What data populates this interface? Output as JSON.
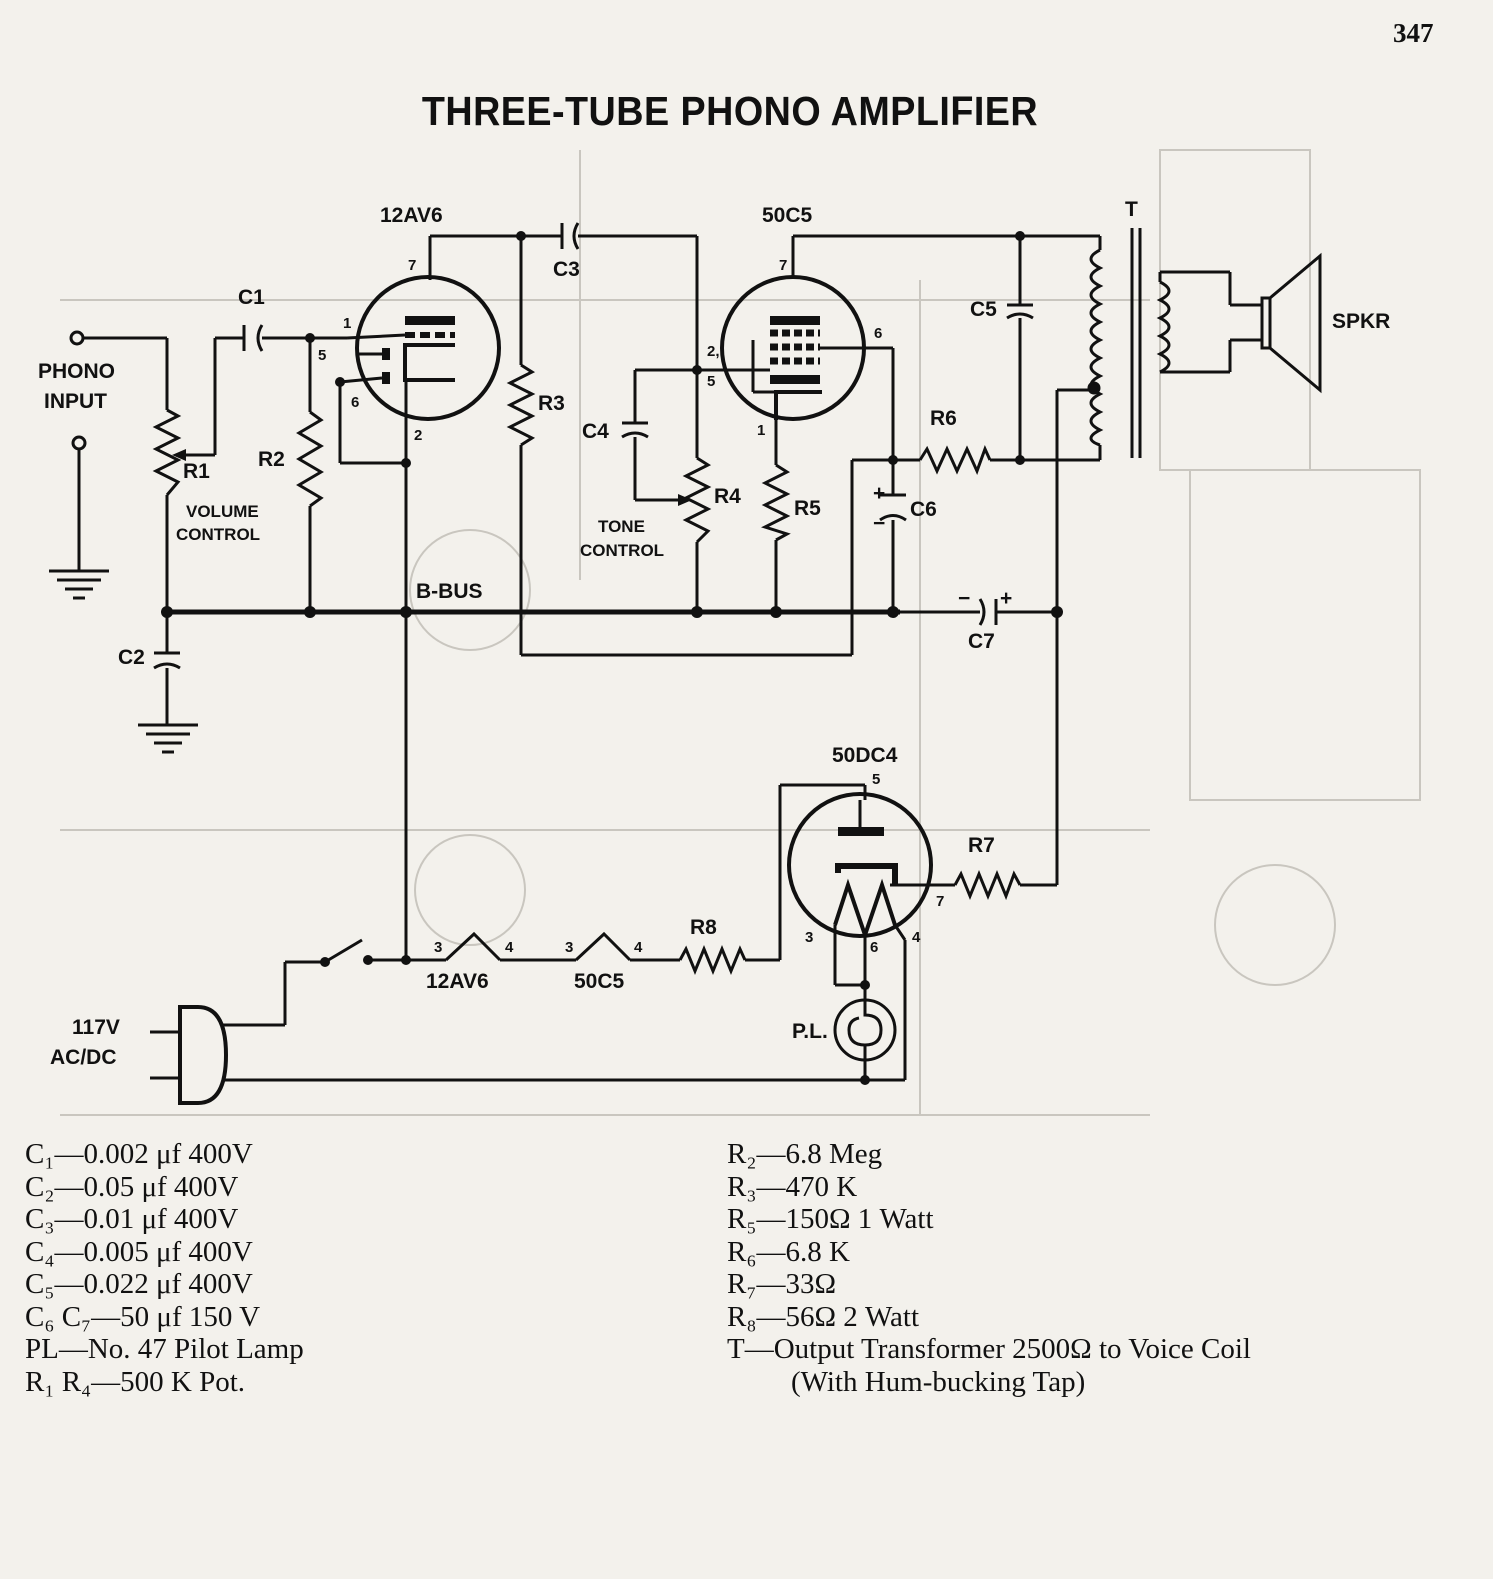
{
  "page": {
    "number": "347",
    "title": "THREE-TUBE PHONO AMPLIFIER"
  },
  "schematic": {
    "tubes": {
      "v1": "12AV6",
      "v2": "50C5",
      "rect": "50DC4"
    },
    "labels": {
      "phono_input_1": "PHONO",
      "phono_input_2": "INPUT",
      "c1": "C1",
      "c2": "C2",
      "c3": "C3",
      "c4": "C4",
      "c5": "C5",
      "c6": "C6",
      "c7": "C7",
      "r1": "R1",
      "r2": "R2",
      "r3": "R3",
      "r4": "R4",
      "r5": "R5",
      "r6": "R6",
      "r7": "R7",
      "r8": "R8",
      "volume_1": "VOLUME",
      "volume_2": "CONTROL",
      "tone_1": "TONE",
      "tone_2": "CONTROL",
      "bbus": "B-BUS",
      "t": "T",
      "spkr": "SPKR",
      "pl": "P.L.",
      "mains_1": "117V",
      "mains_2": "AC/DC",
      "heater_1": "12AV6",
      "heater_2": "50C5",
      "plus": "+",
      "minus": "−"
    },
    "pins": {
      "p1": "1",
      "p2": "2",
      "p3": "3",
      "p4": "4",
      "p5": "5",
      "p6": "6",
      "p7": "7",
      "p2c": "2,"
    }
  },
  "parts_list": {
    "left": [
      "C₁—0.002 μf 400V",
      "C₂—0.05 μf 400V",
      "C₃—0.01 μf 400V",
      "C₄—0.005 μf 400V",
      "C₅—0.022 μf 400V",
      "C₆ C₇—50 μf 150 V",
      "PL—No. 47 Pilot Lamp",
      "R₁ R₄—500 K Pot."
    ],
    "right": [
      "R₂—6.8 Meg",
      "R₃—470 K",
      "R₅—150Ω 1 Watt",
      "R₆—6.8 K",
      "R₇—33Ω",
      "R₈—56Ω 2 Watt",
      "T—Output Transformer 2500Ω to Voice Coil",
      "(With Hum-bucking Tap)"
    ]
  },
  "colors": {
    "ink": "#111111",
    "paper": "#f3f1ec",
    "bleed_through": "#c9c6bf"
  }
}
